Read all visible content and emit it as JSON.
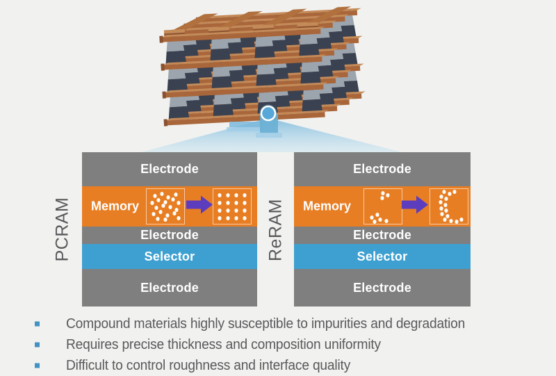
{
  "background_color": "#F1F1EF",
  "illustration": {
    "description": "3D crossbar memory array of copper word/bit lines and tapered two-tone pillars, with one highlighted memory cell called out through a light-blue funnel into two layer stacks"
  },
  "stacks": [
    {
      "label": "PCRAM",
      "layers": [
        {
          "label": "Electrode",
          "type": "electrode"
        },
        {
          "label": "Memory",
          "type": "memory",
          "state_before": "amorphous-scattered-dots",
          "state_after": "crystalline-ordered-grid"
        },
        {
          "label": "Electrode",
          "type": "electrode"
        },
        {
          "label": "Selector",
          "type": "selector"
        },
        {
          "label": "Electrode",
          "type": "electrode"
        }
      ]
    },
    {
      "label": "ReRAM",
      "layers": [
        {
          "label": "Electrode",
          "type": "electrode"
        },
        {
          "label": "Memory",
          "type": "memory",
          "state_before": "filament-dissolved-few-dots",
          "state_after": "conductive-filament-formed"
        },
        {
          "label": "Electrode",
          "type": "electrode"
        },
        {
          "label": "Selector",
          "type": "selector"
        },
        {
          "label": "Electrode",
          "type": "electrode"
        }
      ]
    }
  ],
  "bullets": [
    "Compound materials highly susceptible to impurities and degradation",
    "Requires precise thickness and composition uniformity",
    "Difficult to control roughness and interface quality"
  ],
  "colors": {
    "electrode_gray": "#7F7F7F",
    "memory_orange": "#E87E23",
    "selector_blue": "#3EA0D0",
    "arrow_purple": "#5C3DBE",
    "rail_copper_front": "#A8663A",
    "rail_copper_top": "#C48A58",
    "rail_copper_dark": "#8A5230",
    "pillar_light": "#9CA4AE",
    "pillar_dark": "#3A4150",
    "callout_blue": "#57A8D8",
    "bullet_marker": "#4293C4",
    "text_gray": "#58595B",
    "dot_white": "#FCFCFA"
  }
}
